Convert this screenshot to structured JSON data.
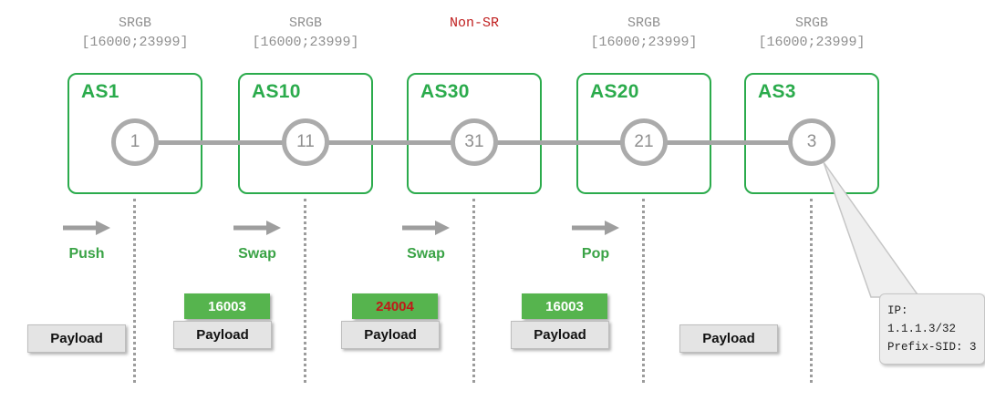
{
  "columns": [
    {
      "srgb_line1": "SRGB",
      "srgb_line2": "[16000;23999]",
      "as_label": "AS1",
      "node_id": "1"
    },
    {
      "srgb_line1": "SRGB",
      "srgb_line2": "[16000;23999]",
      "as_label": "AS10",
      "node_id": "11"
    },
    {
      "srgb_line1": "Non-SR",
      "srgb_line2": "",
      "as_label": "AS30",
      "node_id": "31"
    },
    {
      "srgb_line1": "SRGB",
      "srgb_line2": "[16000;23999]",
      "as_label": "AS20",
      "node_id": "21"
    },
    {
      "srgb_line1": "SRGB",
      "srgb_line2": "[16000;23999]",
      "as_label": "AS3",
      "node_id": "3"
    }
  ],
  "operations": [
    {
      "label": "Push"
    },
    {
      "label": "Swap"
    },
    {
      "label": "Swap"
    },
    {
      "label": "Pop"
    }
  ],
  "stacks": [
    {
      "payload": "Payload"
    },
    {
      "label": "16003",
      "payload": "Payload"
    },
    {
      "label": "24004",
      "payload": "Payload"
    },
    {
      "label": "16003",
      "payload": "Payload"
    },
    {
      "payload": "Payload"
    }
  ],
  "callout": {
    "line1": "IP: 1.1.1.3/32",
    "line2": "Prefix-SID: 3"
  },
  "colors": {
    "as_green": "#2bab4c",
    "label_green": "#56b44e",
    "gray": "#9c9c9c",
    "red": "#c01818"
  }
}
